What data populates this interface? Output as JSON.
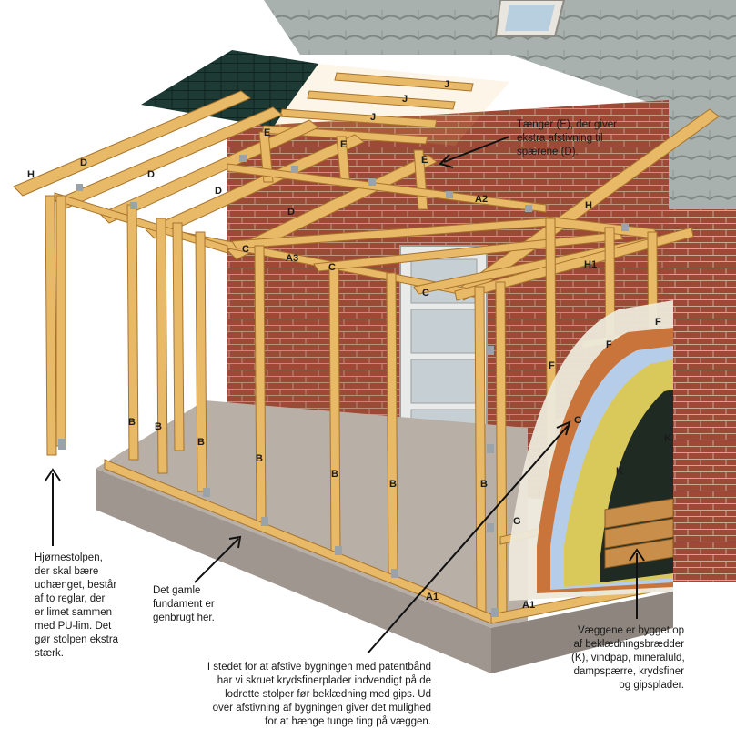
{
  "labels": {
    "H_left": "H",
    "H_right": "H",
    "H1": "H1",
    "D1": "D",
    "D2": "D",
    "D3": "D",
    "D4": "D",
    "E1": "E",
    "E2": "E",
    "E3": "E",
    "J1": "J",
    "J2": "J",
    "J3": "J",
    "A1_left": "A1",
    "A1_right": "A1",
    "A2": "A2",
    "A3": "A3",
    "C1": "C",
    "C2": "C",
    "C3": "C",
    "B1": "B",
    "B2": "B",
    "B3": "B",
    "B4": "B",
    "B5": "B",
    "B6": "B",
    "B7": "B",
    "F1": "F",
    "F2": "F",
    "F3": "F",
    "G1": "G",
    "G2": "G",
    "K1": "K",
    "K2": "K"
  },
  "notes": {
    "corner_post": [
      "Hjørnestolpen,",
      "der skal bære",
      "udhænget, består",
      "af to reglar, der",
      "er limet sammen",
      "med PU-lim. Det",
      "gør stolpen ekstra",
      "stærk."
    ],
    "foundation": [
      "Det gamle",
      "fundament er",
      "genbrugt her."
    ],
    "plywood": [
      "I stedet for at afstive bygningen med patentbånd",
      "har vi skruet krydsfinerplader indvendigt på de",
      "lodrette stolper før beklædning med gips. Ud",
      "over afstivning af bygningen giver det mulighed",
      "for at hænge tunge ting på væggen."
    ],
    "walls": [
      "Væggene er bygget op",
      "af beklædningsbrædder",
      "(K), vindpap, mineraluld,",
      "dampspærre, krydsfiner",
      "og gipsplader."
    ],
    "tongs": [
      "Tænger (E), der giver",
      "ekstra afstivning til",
      "spærene (D)."
    ]
  },
  "colors": {
    "timber": "#e8b967",
    "timber_edge": "#a8742c",
    "brick": "#9c4a36",
    "roof_tile": "#a8b0ae",
    "shingle": "#1d3a35",
    "foundation": "#b7aea6",
    "insulation": "#d9c95a",
    "wind_paper": "#1f2b22"
  }
}
